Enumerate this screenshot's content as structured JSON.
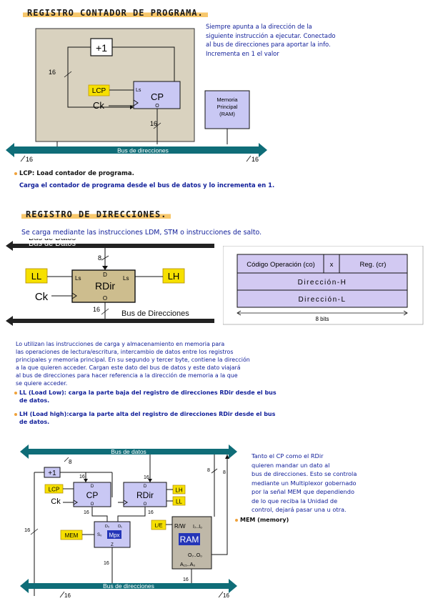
{
  "section1": {
    "title": "REGISTRO CONTADOR DE PROGRAMA.",
    "desc": [
      "Siempre apunta a la dirección de la",
      "siguiente instrucción a ejecutar. Conectado",
      "al bus de direcciones para aportar la info.",
      "Incrementa en 1 el valor"
    ],
    "diagram": {
      "plus_one": "+1",
      "lcp": "LCP",
      "ls": "Ls",
      "cp": "CP",
      "ck": "Ck",
      "o": "O",
      "w16": "16",
      "mem": [
        "Memoria",
        "Principal",
        "(RAM)"
      ],
      "bus": "Bus de direcciones"
    },
    "note_label": "LCP: Load contador de programa.",
    "note_text": "Carga el contador de programa desde el bus de datos y lo incrementa en 1."
  },
  "section2": {
    "title": "REGISTRO DE DIRECCIONES.",
    "intro": "Se carga mediante las instrucciones LDM, STM o instrucciones de salto.",
    "diagram": {
      "bus_datos": "Bus de Datos",
      "bus_dir": "Bus de Direcciones",
      "ll": "LL",
      "lh": "LH",
      "ls": "Ls",
      "d": "D",
      "o": "O",
      "rdir": "RDir",
      "ck": "Ck",
      "w8": "8",
      "w16": "16"
    },
    "format": {
      "co": "Código Operación (co)",
      "x": "x",
      "reg": "Reg. (cr)",
      "dir_h": "Dirección-H",
      "dir_l": "Dirección-L",
      "bits": "8 bits"
    },
    "para": [
      "Lo utilizan las instrucciones de carga y almacenamiento en memoria para",
      "las operaciones de lectura/escritura, intercambio de datos entre los registros",
      "principales y memoria principal. En su segundo y tercer byte, contiene la dirección",
      "a la que quieren acceder. Cargan este dato del bus de datos y este dato viajará",
      "al bus de direcciones para hacer referencia a la dirección de memoria a la que",
      "se quiere acceder."
    ],
    "ll_label": "LL (Load Low):",
    "ll_text": "carga la parte baja del registro de direcciones RDir desde el bus",
    "ll_text2": "de datos.",
    "lh_label": "LH (Load high):",
    "lh_text": "carga la parte alta del registro de direcciones RDir desde el bus",
    "lh_text2": "de datos."
  },
  "section3": {
    "diagram": {
      "bus_datos": "Bus de datos",
      "bus_dir": "Bus de direcciones",
      "plus_one": "+1",
      "lcp": "LCP",
      "ck": "Ck",
      "cp": "CP",
      "rdir": "RDir",
      "lh": "LH",
      "ll": "LL",
      "mem": "MEM",
      "mpx": "Mpx",
      "s0": "S₀",
      "d0": "D₀",
      "d1": "D₁",
      "z": "Z",
      "d": "D",
      "o": "O",
      "le": "L/E",
      "rw": "R/W",
      "ram": "RAM",
      "i70": "I₇..I₀",
      "o70": "O₇..O₀",
      "a15": "A₁₅..A₀",
      "w8": "8",
      "w16": "16"
    },
    "para": [
      "Tanto el CP como el RDir",
      "quieren mandar un dato al",
      "bus de direcciones. Esto se controla",
      "mediante un Multiplexor gobernado",
      "por la señal MEM que dependiendo",
      "de lo que reciba la Unidad de",
      "control, dejará pasar una u otra."
    ],
    "mem_note": "MEM (memory)"
  }
}
